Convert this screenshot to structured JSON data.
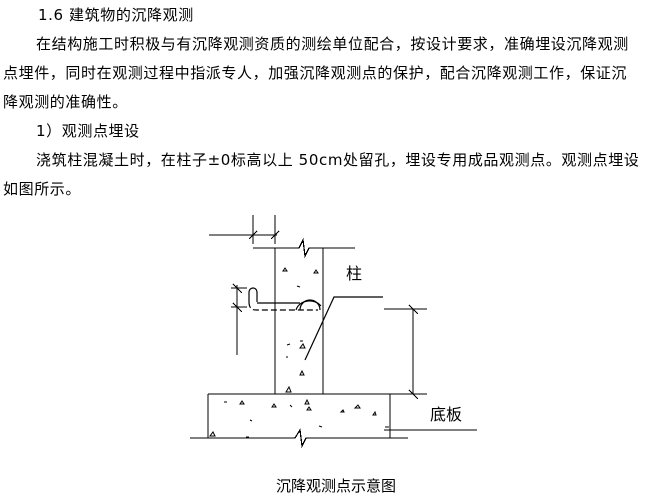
{
  "section": {
    "heading": "1.6 建筑物的沉降观测",
    "paragraph1": {
      "line1": "在结构施工时积极与有沉降观测资质的测绘单位配合，按设计要求，准确埋设沉降观测",
      "line2": "点埋件，同时在观测过程中指派专人，加强沉降观测点的保护，配合沉降观测工作，保证沉",
      "line3": "降观测的准确性。"
    },
    "subheading": "1）观测点埋设",
    "paragraph2": {
      "line1": "浇筑柱混凝土时，在柱子±0标高以上 50cm处留孔，埋设专用成品观测点。观测点埋设",
      "line2": "如图所示。"
    }
  },
  "figure": {
    "label_column": "柱",
    "label_slab": "底板",
    "caption": "沉降观测点示意图"
  }
}
